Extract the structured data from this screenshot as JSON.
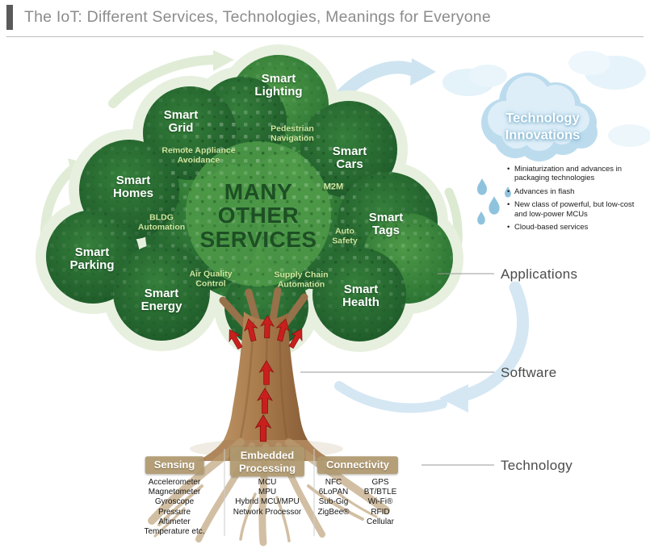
{
  "header": {
    "title": "The IoT: Different Services, Technologies, Meanings for Everyone"
  },
  "canopy": {
    "smart_lighting": "Smart\nLighting",
    "smart_grid": "Smart\nGrid",
    "pedestrian_navigation": "Pedestrian\nNavigation",
    "remote_appliance_avoidance": "Remote Appliance\nAvoidance",
    "smart_cars": "Smart\nCars",
    "smart_homes": "Smart\nHomes",
    "m2m": "M2M",
    "center": "MANY\nOTHER\nSERVICES",
    "bldg_automation": "BLDG\nAutomation",
    "smart_tags": "Smart\nTags",
    "auto_safety": "Auto\nSafety",
    "smart_parking": "Smart\nParking",
    "air_quality_control": "Air Quality\nControl",
    "supply_chain_automation": "Supply Chain\nAutomation",
    "smart_energy": "Smart\nEnergy",
    "smart_health": "Smart\nHealth"
  },
  "innovations": {
    "title": "Technology\nInnovations",
    "bullets": [
      "Miniaturization and advances in packaging technologies",
      "Advances in flash",
      "New class of powerful, but low-cost and low-power MCUs",
      "Cloud-based services"
    ]
  },
  "side_labels": {
    "applications": "Applications",
    "software": "Software",
    "technology": "Technology"
  },
  "roots": {
    "sensing": {
      "title": "Sensing",
      "items": [
        "Accelerometer",
        "Magnetometer",
        "Gyroscope",
        "Pressure",
        "Altimeter",
        "Temperature etc."
      ]
    },
    "embedded": {
      "title": "Embedded\nProcessing",
      "items": [
        "MCU",
        "MPU",
        "Hybrid MCU/MPU",
        "Network Processor"
      ]
    },
    "connectivity": {
      "title": "Connectivity",
      "col1": [
        "NFC",
        "6LoPAN",
        "Sub-Gig",
        "ZigBee®"
      ],
      "col2": [
        "GPS",
        "BT/BTLE",
        "Wi-Fi®",
        "RFID",
        "Cellular"
      ]
    }
  },
  "palette": {
    "foliage_green": "#2e7d36",
    "foliage_dark": "#1a5426",
    "label_green": "#cfe79f",
    "center_green": "#1d4f24",
    "trunk_brown": "#a87a4b",
    "root_tan": "#bb9e72",
    "arrow_red": "#c9201d",
    "cloud_blue": "#cbe3f1",
    "rain_blue": "#8fc3dd",
    "header_gray": "#8c8c8c"
  }
}
